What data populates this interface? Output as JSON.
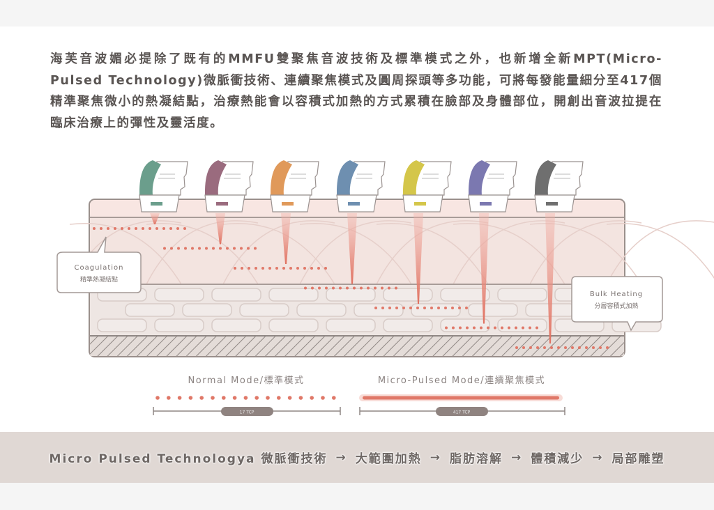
{
  "intro_text": "海芙音波媚必提除了既有的MMFU雙聚焦音波技術及標準模式之外，也新增全新MPT(Micro-Pulsed Technology)微脈衝技術、連續聚焦模式及圓周探頭等多功能，可將每發能量細分至417個精準聚焦微小的熱凝結點，治療熱能會以容積式加熱的方式累積在臉部及身體部位，開創出音波拉提在臨床治療上的彈性及靈活度。",
  "callouts": {
    "coagulation": {
      "title": "Coagulation",
      "subtitle": "精準熱凝結點"
    },
    "bulk_heating": {
      "title": "Bulk Heating",
      "subtitle": "分層容積式加熱"
    }
  },
  "cartridges": [
    {
      "color": "#6b9e8c"
    },
    {
      "color": "#9a6b7e"
    },
    {
      "color": "#e0995a"
    },
    {
      "color": "#6e8fb0"
    },
    {
      "color": "#d4c64a"
    },
    {
      "color": "#7b78b0"
    },
    {
      "color": "#6f6f6f"
    }
  ],
  "modes": {
    "normal": {
      "label": "Normal Mode/標準模式",
      "tcp": "17 TCP",
      "dots": 17
    },
    "micro": {
      "label": "Micro-Pulsed Mode/連續聚焦模式",
      "tcp": "417 TCP"
    }
  },
  "banner": {
    "steps": [
      "Micro Pulsed Technologya 微脈衝技術",
      "→",
      "大範圍加熱",
      "→",
      "脂肪溶解",
      "→",
      "體積減少",
      "→",
      "局部雕塑"
    ]
  },
  "colors": {
    "dot": "#e07868",
    "beam": "#e8847a",
    "skin_top": "#f6e3df",
    "dermis": "#f3e4e0",
    "fat": "#efe6e3"
  }
}
